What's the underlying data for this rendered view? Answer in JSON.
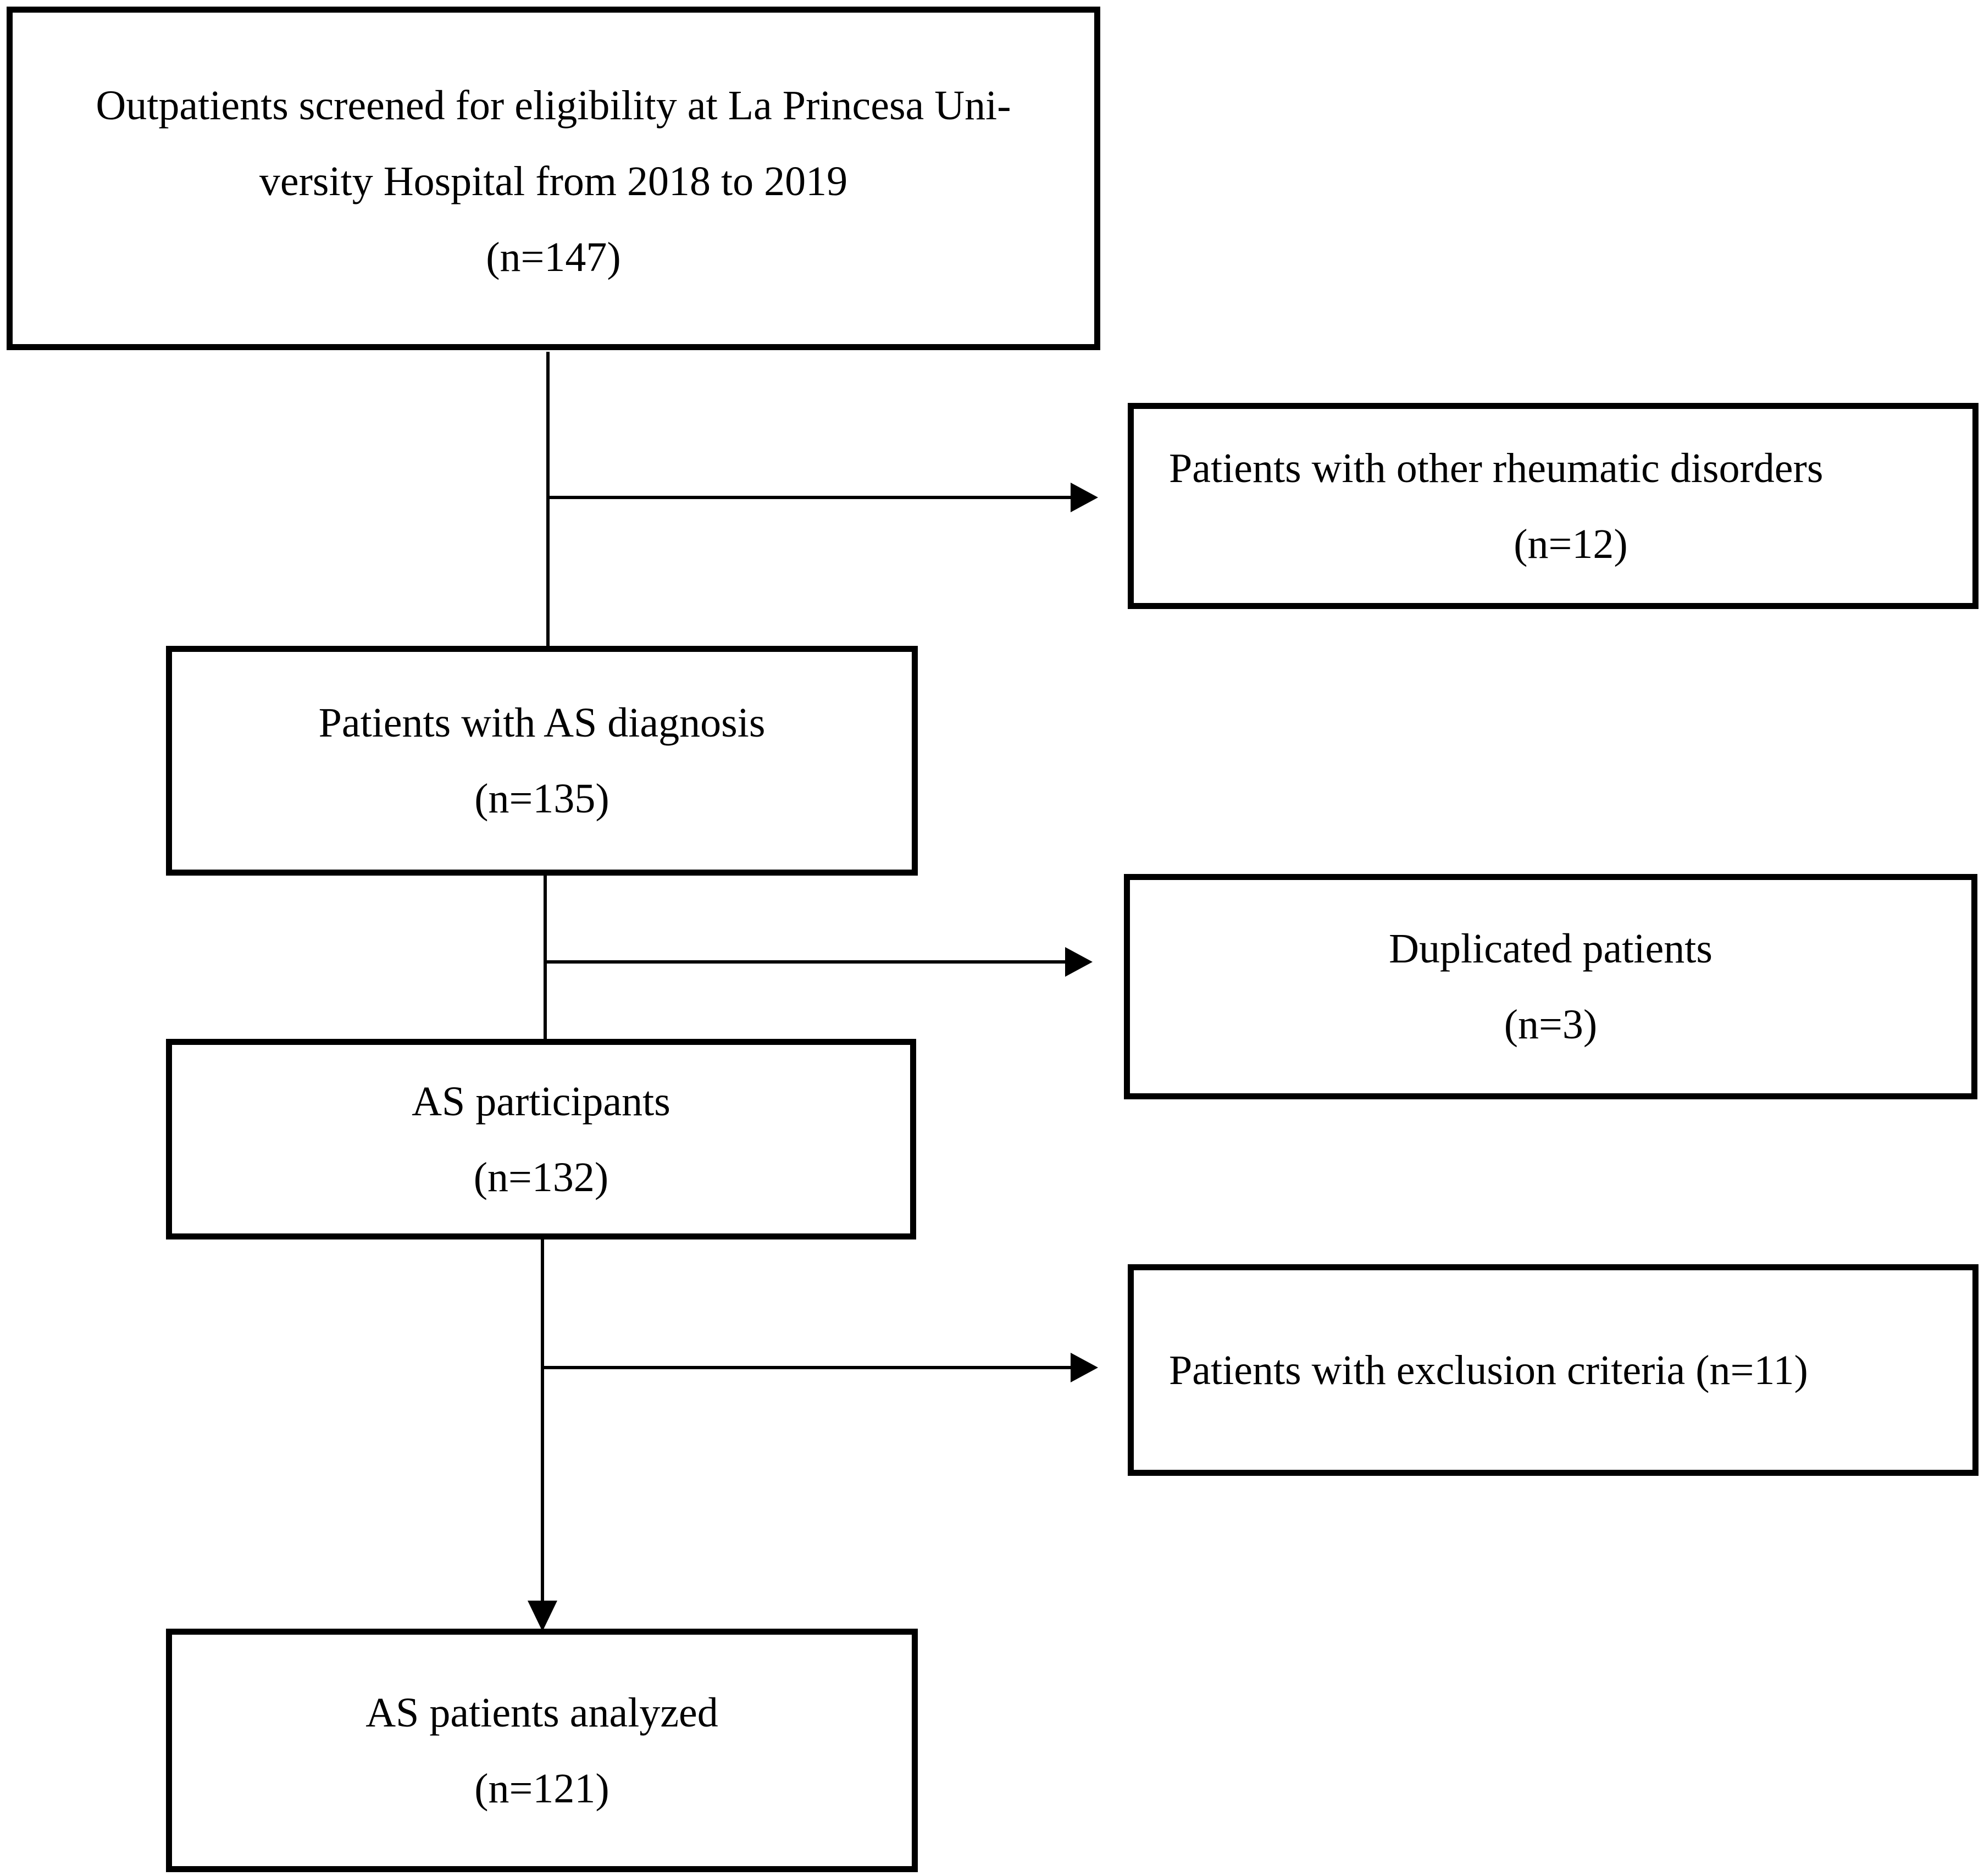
{
  "boxes": {
    "screened": {
      "lines": [
        "Outpatients screened for eligibility at La Princesa Uni-",
        "versity Hospital from 2018 to 2019"
      ],
      "count": "(n=147)"
    },
    "other_rheumatic": {
      "label": "Patients with other rheumatic disorders",
      "count": "(n=12)"
    },
    "as_diagnosis": {
      "label": "Patients with AS diagnosis",
      "count": "(n=135)"
    },
    "duplicated": {
      "label": "Duplicated patients",
      "count": "(n=3)"
    },
    "as_participants": {
      "label": "AS participants",
      "count": "(n=132)"
    },
    "exclusion": {
      "label": "Patients with exclusion criteria (n=11)"
    },
    "analyzed": {
      "label": "AS patients analyzed",
      "count": "(n=121)"
    }
  }
}
